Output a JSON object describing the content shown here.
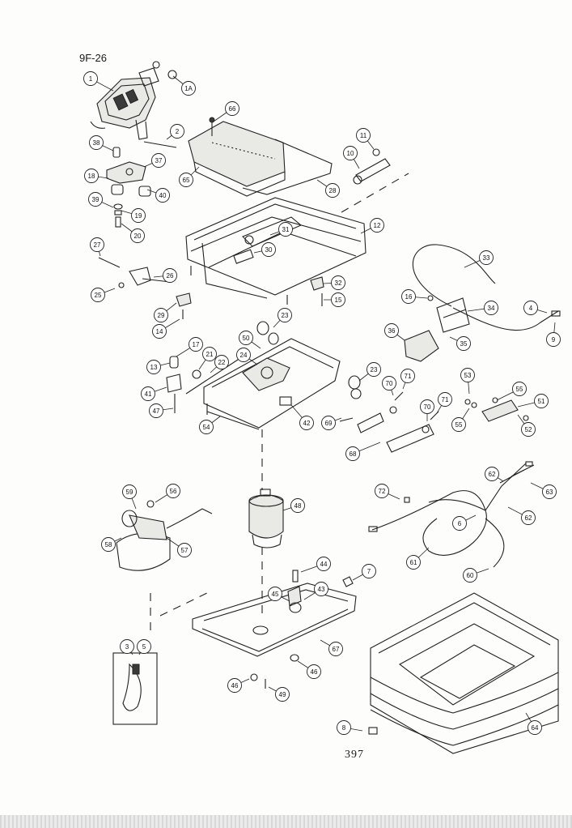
{
  "sheet_code": "9F-26",
  "page_number": "397",
  "callouts": [
    {
      "id": "c1",
      "label": "1"
    },
    {
      "id": "c1a",
      "label": "1A"
    },
    {
      "id": "c2",
      "label": "2"
    },
    {
      "id": "c66",
      "label": "66"
    },
    {
      "id": "c38",
      "label": "38"
    },
    {
      "id": "c37",
      "label": "37"
    },
    {
      "id": "c18",
      "label": "18"
    },
    {
      "id": "c40",
      "label": "40"
    },
    {
      "id": "c39",
      "label": "39"
    },
    {
      "id": "c19",
      "label": "19"
    },
    {
      "id": "c20",
      "label": "20"
    },
    {
      "id": "c65",
      "label": "65"
    },
    {
      "id": "c28",
      "label": "28"
    },
    {
      "id": "c11",
      "label": "11"
    },
    {
      "id": "c10",
      "label": "10"
    },
    {
      "id": "c12",
      "label": "12"
    },
    {
      "id": "c31",
      "label": "31"
    },
    {
      "id": "c30",
      "label": "30"
    },
    {
      "id": "c27",
      "label": "27"
    },
    {
      "id": "c26",
      "label": "26"
    },
    {
      "id": "c25",
      "label": "25"
    },
    {
      "id": "c29",
      "label": "29"
    },
    {
      "id": "c14",
      "label": "14"
    },
    {
      "id": "c32",
      "label": "32"
    },
    {
      "id": "c15",
      "label": "15"
    },
    {
      "id": "c33",
      "label": "33"
    },
    {
      "id": "c16",
      "label": "16"
    },
    {
      "id": "c34",
      "label": "34"
    },
    {
      "id": "c4",
      "label": "4"
    },
    {
      "id": "c9",
      "label": "9"
    },
    {
      "id": "c36",
      "label": "36"
    },
    {
      "id": "c35",
      "label": "35"
    },
    {
      "id": "c23a",
      "label": "23"
    },
    {
      "id": "c50",
      "label": "50"
    },
    {
      "id": "c17",
      "label": "17"
    },
    {
      "id": "c21",
      "label": "21"
    },
    {
      "id": "c24",
      "label": "24"
    },
    {
      "id": "c22",
      "label": "22"
    },
    {
      "id": "c13",
      "label": "13"
    },
    {
      "id": "c23b",
      "label": "23"
    },
    {
      "id": "c70a",
      "label": "70"
    },
    {
      "id": "c71a",
      "label": "71"
    },
    {
      "id": "c53",
      "label": "53"
    },
    {
      "id": "c55a",
      "label": "55"
    },
    {
      "id": "c41",
      "label": "41"
    },
    {
      "id": "c47",
      "label": "47"
    },
    {
      "id": "c54",
      "label": "54"
    },
    {
      "id": "c42",
      "label": "42"
    },
    {
      "id": "c69",
      "label": "69"
    },
    {
      "id": "c70b",
      "label": "70"
    },
    {
      "id": "c71b",
      "label": "71"
    },
    {
      "id": "c55b",
      "label": "55"
    },
    {
      "id": "c51",
      "label": "51"
    },
    {
      "id": "c52",
      "label": "52"
    },
    {
      "id": "c68",
      "label": "68"
    },
    {
      "id": "c62a",
      "label": "62"
    },
    {
      "id": "c63",
      "label": "63"
    },
    {
      "id": "c59",
      "label": "59"
    },
    {
      "id": "c56",
      "label": "56"
    },
    {
      "id": "c72",
      "label": "72"
    },
    {
      "id": "c48",
      "label": "48"
    },
    {
      "id": "c6",
      "label": "6"
    },
    {
      "id": "c62b",
      "label": "62"
    },
    {
      "id": "c58",
      "label": "58"
    },
    {
      "id": "c57",
      "label": "57"
    },
    {
      "id": "c61",
      "label": "61"
    },
    {
      "id": "c60",
      "label": "60"
    },
    {
      "id": "c44",
      "label": "44"
    },
    {
      "id": "c7",
      "label": "7"
    },
    {
      "id": "c43",
      "label": "43"
    },
    {
      "id": "c45",
      "label": "45"
    },
    {
      "id": "c67",
      "label": "67"
    },
    {
      "id": "c3",
      "label": "3"
    },
    {
      "id": "c5",
      "label": "5"
    },
    {
      "id": "c46a",
      "label": "46"
    },
    {
      "id": "c46b",
      "label": "46"
    },
    {
      "id": "c49",
      "label": "49"
    },
    {
      "id": "c8",
      "label": "8"
    },
    {
      "id": "c64",
      "label": "64"
    }
  ]
}
